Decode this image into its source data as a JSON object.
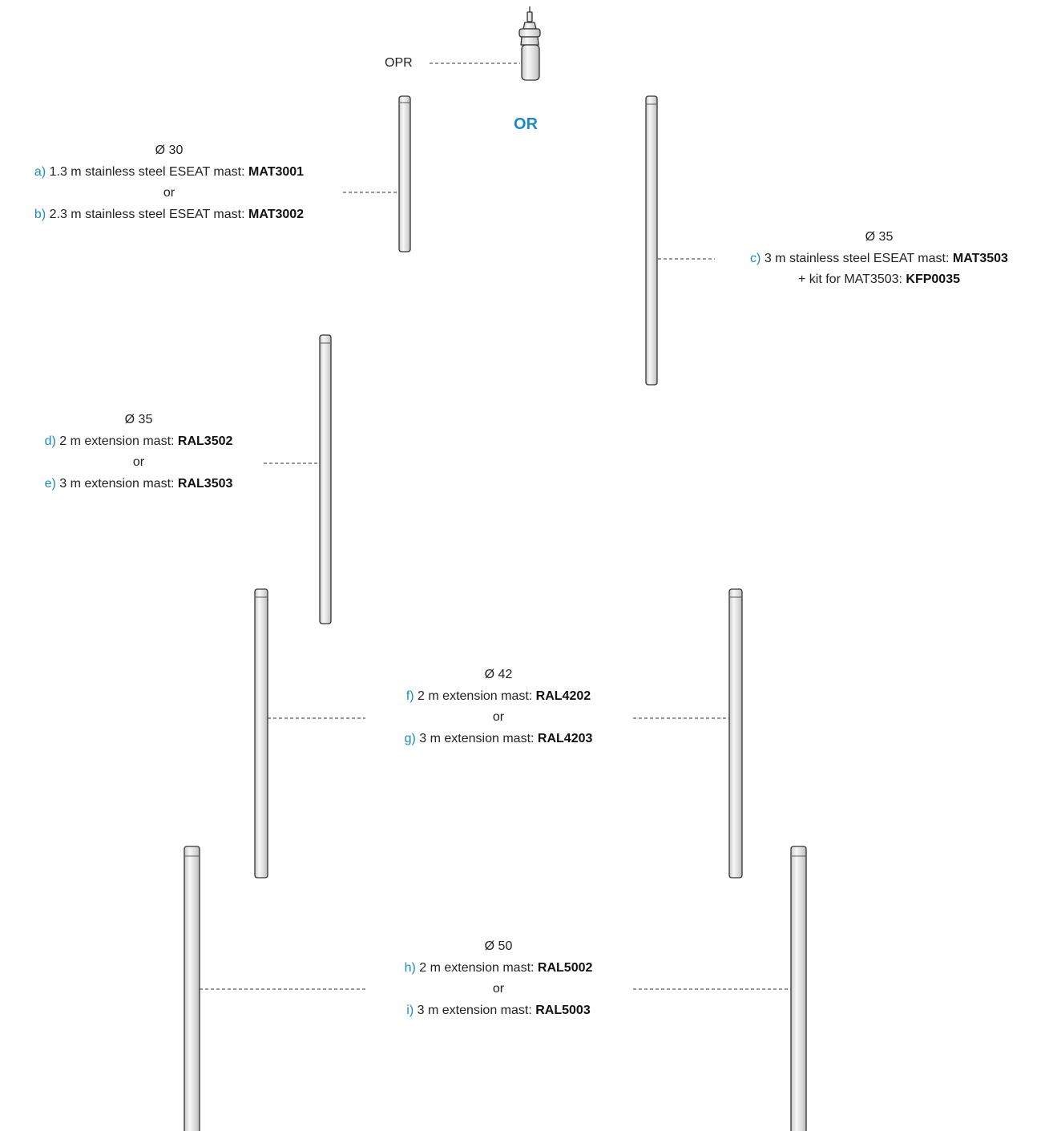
{
  "opr": {
    "label": "OPR"
  },
  "or_big": "OR",
  "or_word": "or",
  "groups": {
    "g30": {
      "diameter": "Ø 30",
      "a": {
        "letter": "a)",
        "text": " 1.3 m stainless steel ESEAT mast: ",
        "code": "MAT3001"
      },
      "b": {
        "letter": "b)",
        "text": " 2.3 m stainless steel ESEAT mast: ",
        "code": "MAT3002"
      }
    },
    "g35c": {
      "diameter": "Ø 35",
      "c": {
        "letter": "c)",
        "text": " 3 m stainless steel ESEAT mast: ",
        "code": "MAT3503"
      },
      "kit": {
        "text": "+ kit for MAT3503: ",
        "code": "KFP0035"
      }
    },
    "g35de": {
      "diameter": "Ø 35",
      "d": {
        "letter": "d)",
        "text": " 2 m extension mast: ",
        "code": "RAL3502"
      },
      "e": {
        "letter": "e)",
        "text": " 3 m extension mast: ",
        "code": "RAL3503"
      }
    },
    "g42": {
      "diameter": "Ø 42",
      "f": {
        "letter": "f)",
        "text": " 2 m extension mast: ",
        "code": "RAL4202"
      },
      "g": {
        "letter": "g)",
        "text": " 3 m extension mast: ",
        "code": "RAL4203"
      }
    },
    "g50": {
      "diameter": "Ø 50",
      "h": {
        "letter": "h)",
        "text": " 2 m extension mast: ",
        "code": "RAL5002"
      },
      "i": {
        "letter": "i)",
        "text": " 3 m extension mast: ",
        "code": "RAL5003"
      }
    }
  },
  "colors": {
    "accent": "#1a8ac9",
    "outline": "#333333",
    "metal": "#e6e6e6"
  }
}
